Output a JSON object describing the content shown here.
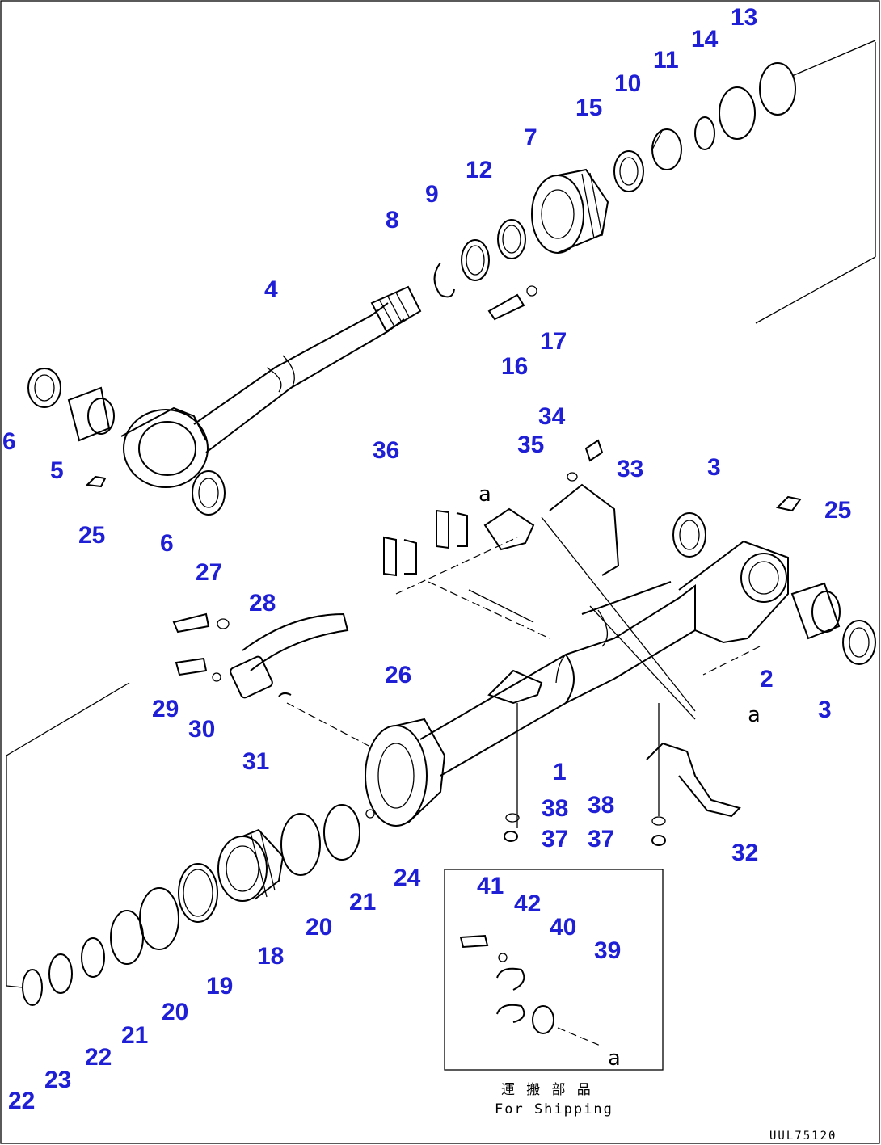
{
  "callouts": [
    "1",
    "2",
    "3",
    "3",
    "4",
    "5",
    "6",
    "6",
    "7",
    "8",
    "9",
    "10",
    "11",
    "12",
    "13",
    "14",
    "15",
    "16",
    "17",
    "18",
    "19",
    "20",
    "20",
    "21",
    "21",
    "22",
    "22",
    "23",
    "24",
    "25",
    "25",
    "26",
    "27",
    "28",
    "29",
    "30",
    "31",
    "32",
    "33",
    "34",
    "35",
    "36",
    "37",
    "37",
    "38",
    "38",
    "39",
    "40",
    "41",
    "42"
  ],
  "reference_marks": [
    "a",
    "a",
    "a"
  ],
  "inset": {
    "caption_jp": "運 搬 部 品",
    "caption_en": "For Shipping"
  },
  "drawing_id": "UUL75120",
  "colors": {
    "callout": "#1f1fd6",
    "line": "#000000",
    "background": "#ffffff"
  }
}
